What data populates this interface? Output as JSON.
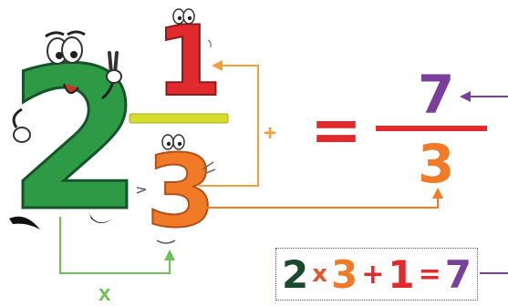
{
  "mixed_number": {
    "whole": "2",
    "numerator": "1",
    "denominator": "3"
  },
  "plus_label": "+",
  "multiply_label": "x",
  "equals_sign": "=",
  "result": {
    "numerator": "7",
    "denominator": "3"
  },
  "equation": {
    "a": "2",
    "times": "x",
    "b": "3",
    "plus": "+",
    "c": "1",
    "equals": "=",
    "result": "7"
  },
  "colors": {
    "green": "#2e9a46",
    "red": "#e02a2e",
    "orange": "#f07a25",
    "yellow": "#d6dc2c",
    "purple": "#7a3f9b",
    "arrow_orange": "#f3a03c",
    "arrow_green": "#6ec259",
    "dark_green": "#1a4a2e"
  }
}
